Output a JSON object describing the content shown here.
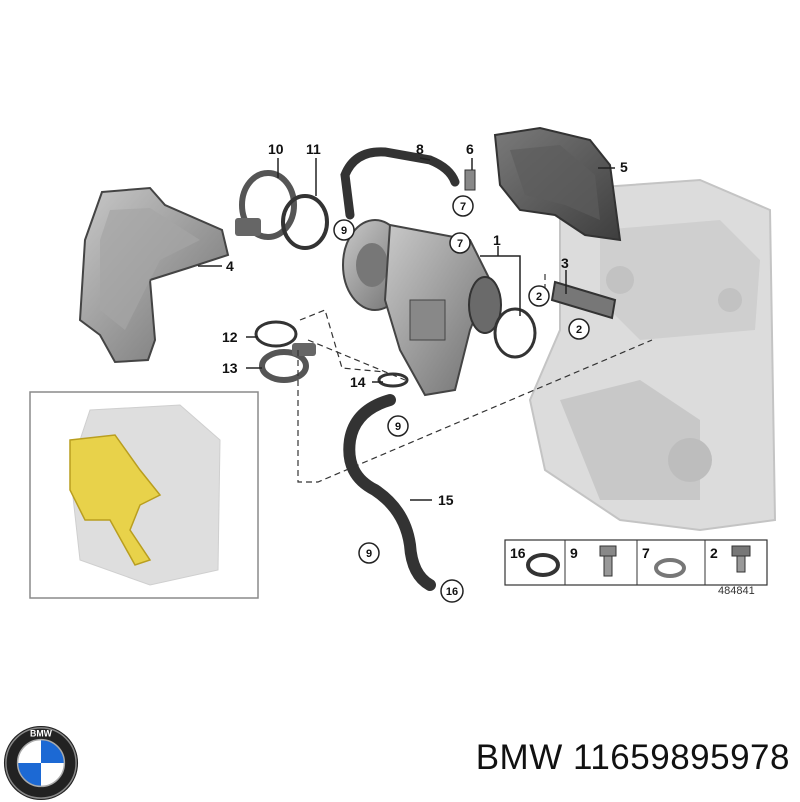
{
  "diagram": {
    "callouts": {
      "c1": "1",
      "c2a": "2",
      "c2b": "2",
      "c3": "3",
      "c4": "4",
      "c5": "5",
      "c6": "6",
      "c7a": "7",
      "c7b": "7",
      "c8": "8",
      "c9a": "9",
      "c9b": "9",
      "c9c": "9",
      "c10": "10",
      "c11": "11",
      "c12": "12",
      "c13": "13",
      "c14": "14",
      "c15": "15",
      "c16": "16"
    },
    "legend": {
      "items": [
        "16",
        "9",
        "7",
        "2"
      ],
      "ref_number": "484841"
    }
  },
  "footer": {
    "brand": "BMW",
    "part_number": "11659895978",
    "logo_letters": "BMW"
  },
  "colors": {
    "part_gray": "#8f8f8f",
    "engine_gray": "#d8d8d8",
    "highlight_yellow": "#e8d24a",
    "logo_blue": "#1c69d4"
  }
}
